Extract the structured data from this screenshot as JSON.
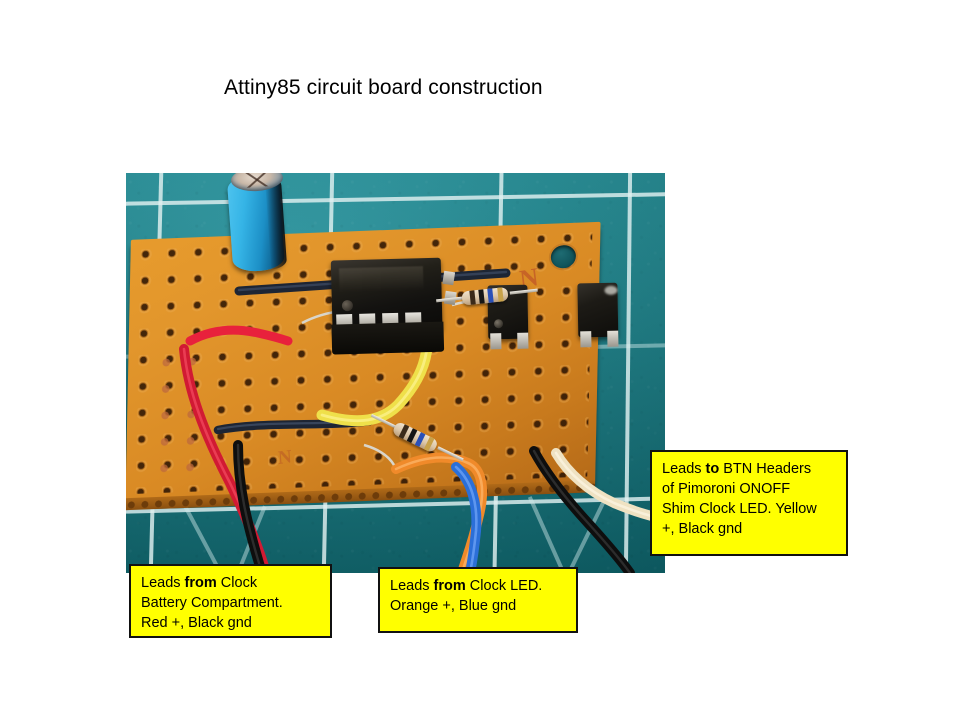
{
  "slide": {
    "title": "Attiny85 circuit board construction",
    "background_color": "#ffffff"
  },
  "photo": {
    "alt_name": "attiny85-perfboard-photo",
    "background_description": "green self-healing cutting mat",
    "mat_color": "#1b8189",
    "board_color": "#d98a24",
    "components": [
      {
        "name": "electrolytic-capacitor",
        "color": "#35b4e6"
      },
      {
        "name": "dip8-ic-attiny85",
        "color": "#16140f"
      },
      {
        "name": "transistor-sot-left",
        "color": "#1d1b16"
      },
      {
        "name": "transistor-sot-right",
        "color": "#1d1b16"
      },
      {
        "name": "resistor-top",
        "color": "#dcc7a9"
      },
      {
        "name": "resistor-bottom",
        "color": "#dcc7a9"
      },
      {
        "name": "bus-wire-top",
        "color": "#1c2333"
      },
      {
        "name": "bus-wire-mid",
        "color": "#1c2333"
      },
      {
        "name": "wire-red",
        "color": "#e8213c"
      },
      {
        "name": "wire-black",
        "color": "#121212"
      },
      {
        "name": "wire-yellow",
        "color": "#efe04a"
      },
      {
        "name": "wire-orange",
        "color": "#f08a2a"
      },
      {
        "name": "wire-blue",
        "color": "#2b6fd8"
      },
      {
        "name": "wire-cream",
        "color": "#efe2c2"
      }
    ]
  },
  "callouts": {
    "accent_color": "#ffff00",
    "border_color": "#111111",
    "left": {
      "line1_a": "Leads ",
      "line1_b": "from",
      "line1_c": " Clock",
      "line2": "Battery Compartment.",
      "line3": "Red +, Black gnd"
    },
    "middle": {
      "line1_a": "Leads ",
      "line1_b": "from",
      "line1_c": " Clock LED.",
      "line2": "Orange +, Blue gnd"
    },
    "right": {
      "line1_a": "Leads ",
      "line1_b": "to",
      "line1_c": " BTN Headers",
      "line2": "of Pimoroni ONOFF",
      "line3": "Shim Clock LED.  Yellow",
      "line4": "+, Black gnd"
    }
  }
}
